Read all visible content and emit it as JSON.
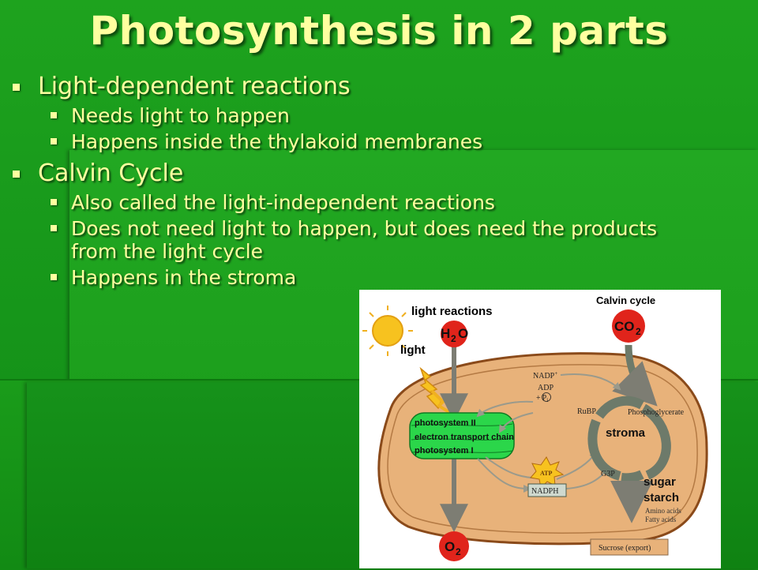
{
  "title": "Photosynthesis in 2 parts",
  "sections": [
    {
      "heading": "Light-dependent reactions",
      "points": [
        "Needs light to happen",
        "Happens inside the thylakoid membranes"
      ]
    },
    {
      "heading": "Calvin Cycle",
      "points": [
        "Also called the light-independent reactions",
        "Does not need light to happen, but does need the products from the light cycle",
        "Happens in the stroma"
      ]
    }
  ],
  "diagram": {
    "light_reactions": "light reactions",
    "calvin_cycle": "Calvin cycle",
    "water_h": "H",
    "water_2": "2",
    "water_o": "O",
    "co2_co": "CO",
    "co2_2": "2",
    "o2_o": "O",
    "o2_2": "2",
    "light": "light",
    "nadp": "NADP",
    "nadp_sup": "+",
    "adp": "ADP",
    "pi": "+",
    "pi_p": "P",
    "pi_sub": "i",
    "rubp": "RuBP",
    "phosphoglycerate": "Phosphoglycerate",
    "stroma": "stroma",
    "g3p": "G3P",
    "ps2": "photosystem II",
    "etc": "electron transport chain",
    "ps1": "photosystem I",
    "atp": "ATP",
    "nadph": "NADPH",
    "sugar": "sugar",
    "starch": "starch",
    "amino": "Amino acids",
    "fatty": "Fatty acids",
    "sucrose": "Sucrose (export)"
  },
  "colors": {
    "background": "#1f9a1f",
    "text": "#ffffa0",
    "chloroplast": "#e8b27a",
    "thylakoid": "#2bd64a",
    "molecule": "#e0241b",
    "sun": "#f7c21f"
  }
}
